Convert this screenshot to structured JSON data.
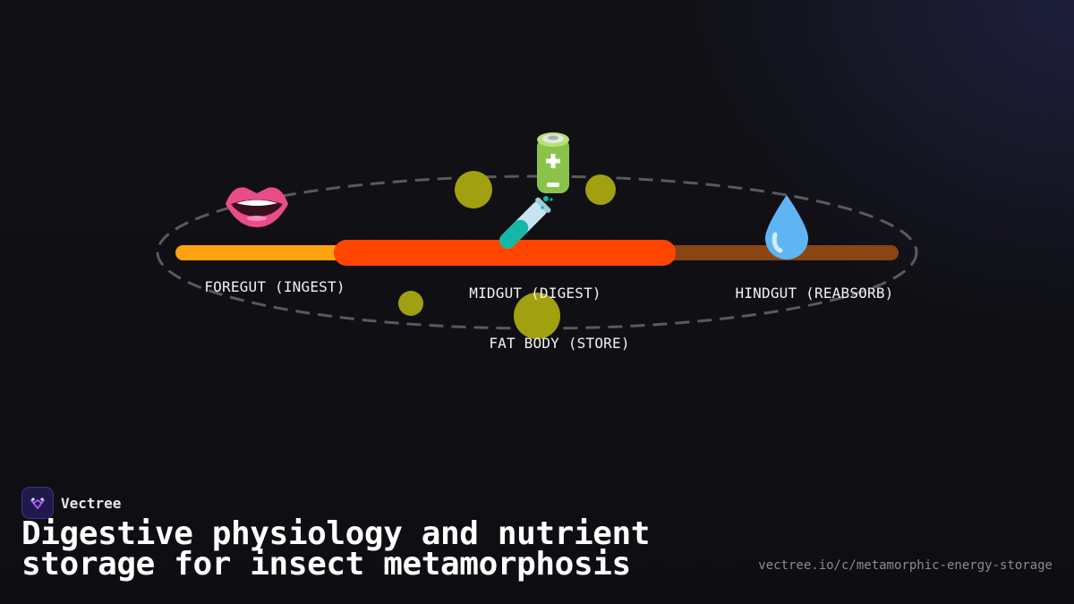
{
  "diagram": {
    "stages": [
      {
        "label": "FOREGUT (INGEST)",
        "icon": "mouth-icon",
        "color": "#ffa20f"
      },
      {
        "label": "MIDGUT (DIGEST)",
        "icon": "test-tube-icon",
        "color": "#ff4500"
      },
      {
        "label": "HINDGUT (REABSORB)",
        "icon": "water-drop-icon",
        "color": "#8b4513"
      },
      {
        "label": "FAT BODY (STORE)",
        "icon": "battery-icon",
        "color": "#a0a010"
      }
    ],
    "orbit_color": "#5a5a5e",
    "nutrient_dot_color": "#a0a010"
  },
  "brand": {
    "name": "Vectree",
    "accent": "#a855f7"
  },
  "title": "Digestive physiology and nutrient storage for insect metamorphosis",
  "url": "vectree.io/c/metamorphic-energy-storage"
}
